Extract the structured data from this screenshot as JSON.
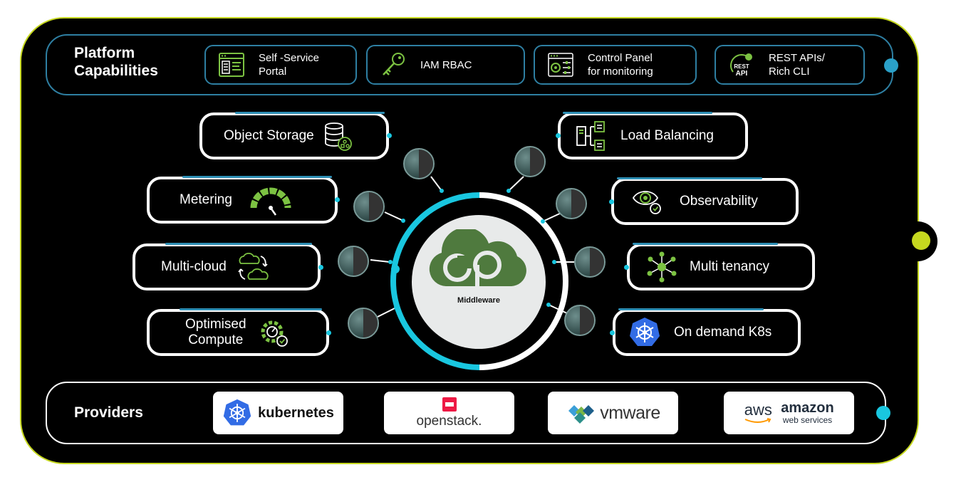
{
  "colors": {
    "accent_lime": "#c6d81f",
    "accent_cyan": "#19c7e0",
    "border_blue": "#2e7fa2",
    "icon_green": "#7cc242",
    "logo_green": "#4f7a3e",
    "kubernetes_blue": "#326ce5",
    "openstack_red": "#ed1944",
    "background": "#000000"
  },
  "platform": {
    "title": "Platform\nCapabilities",
    "capabilities": [
      {
        "label": "Self -Service\nPortal",
        "icon": "portal-icon"
      },
      {
        "label": "IAM  RBAC",
        "icon": "key-icon"
      },
      {
        "label": "Control Panel\nfor monitoring",
        "icon": "control-panel-icon"
      },
      {
        "label": "REST APIs/\nRich CLI",
        "icon": "rest-api-icon",
        "icon_text_top": "REST",
        "icon_text_bottom": "API"
      }
    ]
  },
  "features_left": [
    {
      "label": "Object Storage",
      "icon": "database-icon"
    },
    {
      "label": "Metering",
      "icon": "gauge-icon"
    },
    {
      "label": "Multi-cloud",
      "icon": "multi-cloud-icon"
    },
    {
      "label": "Optimised\nCompute",
      "icon": "gear-check-icon"
    }
  ],
  "features_right": [
    {
      "label": "Load Balancing",
      "icon": "load-balancer-icon"
    },
    {
      "label": "Observability",
      "icon": "eye-icon"
    },
    {
      "label": "Multi tenancy",
      "icon": "network-icon"
    },
    {
      "label": "On demand K8s",
      "icon": "kubernetes-icon"
    }
  ],
  "center": {
    "label": "Middleware",
    "logo": "ccp-cloud-logo"
  },
  "providers": {
    "title": "Providers",
    "items": [
      {
        "label": "kubernetes",
        "icon": "kubernetes-logo"
      },
      {
        "label": "openstack.",
        "icon": "openstack-logo"
      },
      {
        "label": "vmware",
        "icon": "vmware-logo"
      },
      {
        "label_top_left": "aws",
        "label_top_right": "amazon",
        "label_bottom": "web services",
        "icon": "aws-logo"
      }
    ]
  }
}
